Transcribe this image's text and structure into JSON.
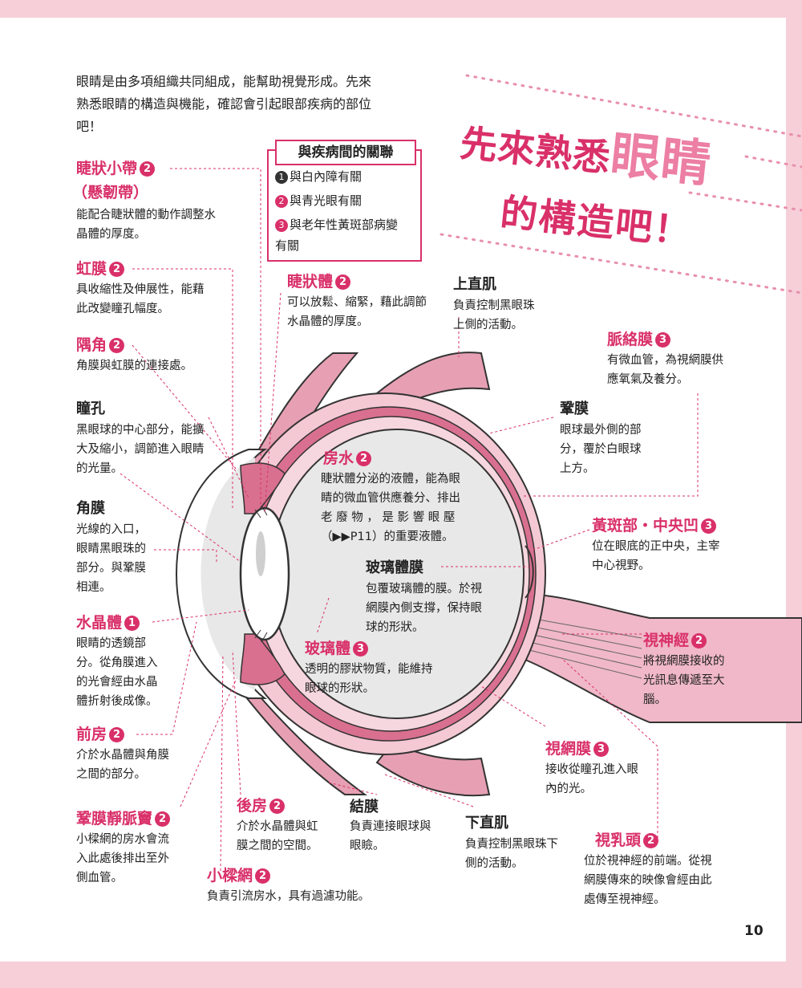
{
  "intro": "眼睛是由多項組織共同組成，能幫助視覺形成。先來\n熟悉眼睛的構造與機能，確認會引起眼部疾病的部位\n吧！",
  "title": {
    "pre": "先來熟悉",
    "big": "眼睛",
    "line2": "的構造吧！"
  },
  "disease": {
    "title": "與疾病間的關聯",
    "items": [
      {
        "n": "1",
        "text": "與白內障有關"
      },
      {
        "n": "2",
        "text": "與青光眼有關"
      },
      {
        "n": "3",
        "text": "與老年性黃斑部病變\n有關"
      }
    ]
  },
  "labels": {
    "zonule": {
      "name": "睫狀小帶",
      "sub": "（懸韌帶）",
      "n": "2",
      "desc": "能配合睫狀體的動作調整水\n晶體的厚度。"
    },
    "iris": {
      "name": "虹膜",
      "n": "2",
      "desc": "具收縮性及伸展性，能藉\n此改變瞳孔幅度。"
    },
    "angle": {
      "name": "隅角",
      "n": "2",
      "desc": "角膜與虹膜的連接處。"
    },
    "pupil": {
      "name": "瞳孔",
      "desc": "黑眼球的中心部分，能擴\n大及縮小，調節進入眼睛\n的光量。"
    },
    "cornea": {
      "name": "角膜",
      "desc": "光線的入口，\n眼睛黑眼珠的\n部分。與鞏膜\n相連。"
    },
    "lens": {
      "name": "水晶體",
      "n": "1",
      "desc": "眼睛的透鏡部\n分。從角膜進入\n的光會經由水晶\n體折射後成像。"
    },
    "anterior": {
      "name": "前房",
      "n": "2",
      "desc": "介於水晶體與角膜\n之間的部分。"
    },
    "schlemm": {
      "name": "鞏膜靜脈竇",
      "n": "2",
      "desc": "小樑網的房水會流\n入此處後排出至外\n側血管。"
    },
    "ciliary": {
      "name": "睫狀體",
      "n": "2",
      "desc": "可以放鬆、縮緊，藉此調節\n水晶體的厚度。"
    },
    "superior": {
      "name": "上直肌",
      "desc": "負責控制黑眼珠\n上側的活動。"
    },
    "choroid": {
      "name": "脈絡膜",
      "n": "3",
      "desc": "有微血管，為視網膜供\n應氧氣及養分。"
    },
    "sclera": {
      "name": "鞏膜",
      "desc": "眼球最外側的部\n分，覆於白眼球\n上方。"
    },
    "aqueous": {
      "name": "房水",
      "n": "2",
      "desc": "睫狀體分泌的液體，能為眼\n睛的微血管供應養分、排出\n老 廢 物 ， 是 影 響 眼 壓\n（▶▶P11）的重要液體。"
    },
    "macula": {
      "name": "黃斑部・中央凹",
      "n": "3",
      "desc": "位在眼底的正中央，主宰\n中心視野。"
    },
    "hyaloid": {
      "name": "玻璃體膜",
      "desc": "包覆玻璃體的膜。於視\n網膜內側支撐，保持眼\n球的形狀。"
    },
    "vitreous": {
      "name": "玻璃體",
      "n": "3",
      "desc": "透明的膠狀物質，能維持\n眼球的形狀。"
    },
    "optic": {
      "name": "視神經",
      "n": "2",
      "desc": "將視網膜接收的\n光訊息傳遞至大\n腦。"
    },
    "retina": {
      "name": "視網膜",
      "n": "3",
      "desc": "接收從瞳孔進入眼\n內的光。"
    },
    "posterior": {
      "name": "後房",
      "n": "2",
      "desc": "介於水晶體與虹\n膜之間的空間。"
    },
    "conj": {
      "name": "結膜",
      "desc": "負責連接眼球與\n眼瞼。"
    },
    "inferior": {
      "name": "下直肌",
      "desc": "負責控制黑眼珠下\n側的活動。"
    },
    "disc": {
      "name": "視乳頭",
      "n": "2",
      "desc": "位於視神經的前端。從視\n網膜傳來的映像會經由此\n處傳至視神經。"
    },
    "trab": {
      "name": "小樑網",
      "n": "2",
      "desc": "負責引流房水，具有過濾功能。"
    }
  },
  "page_number": "10",
  "colors": {
    "accent": "#d9306a",
    "muscle": "#e7a0b3",
    "sclera": "#f4c9d4",
    "choroid": "#d9708f",
    "vitreous": "#e8e8e8"
  }
}
